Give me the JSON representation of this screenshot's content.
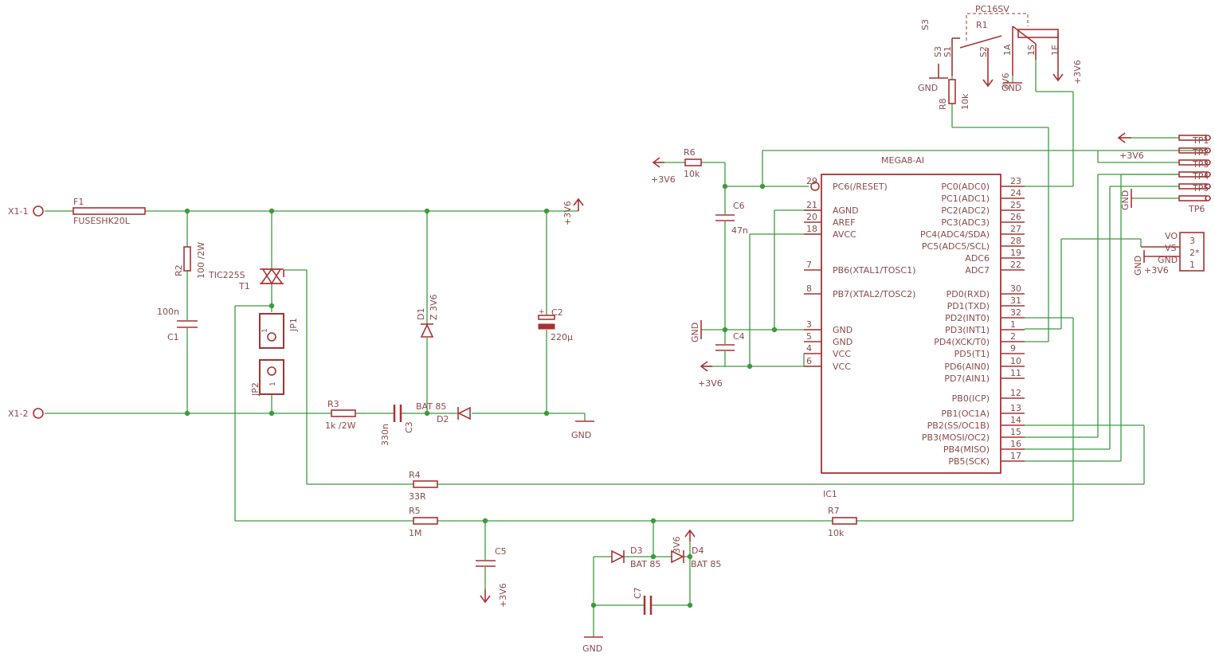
{
  "title": "",
  "connectors": {
    "x1_1": "X1-1",
    "x1_2": "X1-2"
  },
  "fuse": {
    "name": "F1",
    "value": "FUSESHK20L"
  },
  "triac": {
    "value": "TIC225S",
    "name": "T1"
  },
  "resistors": {
    "r1": "R1",
    "r2": {
      "name": "R2",
      "value": "100 /2W"
    },
    "r3": {
      "name": "R3",
      "value": "1k /2W"
    },
    "r4": {
      "name": "R4",
      "value": "33R"
    },
    "r5": {
      "name": "R5",
      "value": "1M"
    },
    "r6": {
      "name": "R6",
      "value": "10k"
    },
    "r7": {
      "name": "R7",
      "value": "10k"
    },
    "r8": {
      "name": "R8",
      "value": "10k"
    }
  },
  "capacitors": {
    "c1": {
      "name": "C1",
      "value": "100n"
    },
    "c2": {
      "name": "C2",
      "value": "220µ"
    },
    "c3": {
      "name": "C3",
      "value": "330n"
    },
    "c4": {
      "name": "C4"
    },
    "c5": {
      "name": "C5"
    },
    "c6": {
      "name": "C6",
      "value": "47n"
    },
    "c7": {
      "name": "C7"
    }
  },
  "diodes": {
    "d1": {
      "name": "D1",
      "value": "Z 3V6"
    },
    "d2": {
      "name": "D2",
      "value": "BAT 85"
    },
    "d3": {
      "name": "D3",
      "value": "BAT 85"
    },
    "d4": {
      "name": "D4",
      "value": "BAT 85"
    }
  },
  "jumpers": {
    "jp1": "JP1",
    "jp2": "JP2",
    "pin1": "1"
  },
  "supply": {
    "v36": "+3V6",
    "gnd": "GND",
    "v36_d": "3V6",
    "gnd_g": "GND"
  },
  "switch": {
    "part": "PC16SV",
    "pins": {
      "s3a": "S3",
      "s3b": "S3",
      "s1": "S1",
      "s2": "S2",
      "1a": "1A",
      "1s": "1S",
      "1e": "1E"
    }
  },
  "sensor": {
    "vo": "VO",
    "vs": "VS",
    "gnd": "GND",
    "p3": "3",
    "p2": "2",
    "p1": "1",
    "star": "*"
  },
  "testpoints": {
    "tp1": "TP1",
    "tp2": "TP2",
    "tp3": "TP3",
    "tp4": "TP4",
    "tp5": "TP5",
    "tp6": "TP6"
  },
  "mcu": {
    "part": "MEGA8-AI",
    "name": "IC1",
    "left_pins": [
      {
        "num": "29",
        "label": "PC6(/RESET)"
      },
      {
        "num": "21",
        "label": "AGND"
      },
      {
        "num": "20",
        "label": "AREF"
      },
      {
        "num": "18",
        "label": "AVCC"
      },
      {
        "num": "7",
        "label": "PB6(XTAL1/TOSC1)"
      },
      {
        "num": "8",
        "label": "PB7(XTAL2/TOSC2)"
      },
      {
        "num": "3",
        "label": "GND"
      },
      {
        "num": "5",
        "label": "GND"
      },
      {
        "num": "4",
        "label": "VCC"
      },
      {
        "num": "6",
        "label": "VCC"
      }
    ],
    "right_pins": [
      {
        "num": "23",
        "label": "PC0(ADC0)"
      },
      {
        "num": "24",
        "label": "PC1(ADC1)"
      },
      {
        "num": "25",
        "label": "PC2(ADC2)"
      },
      {
        "num": "26",
        "label": "PC3(ADC3)"
      },
      {
        "num": "27",
        "label": "PC4(ADC4/SDA)"
      },
      {
        "num": "28",
        "label": "PC5(ADC5/SCL)"
      },
      {
        "num": "19",
        "label": "ADC6"
      },
      {
        "num": "22",
        "label": "ADC7"
      },
      {
        "num": "30",
        "label": "PD0(RXD)"
      },
      {
        "num": "31",
        "label": "PD1(TXD)"
      },
      {
        "num": "32",
        "label": "PD2(INT0)"
      },
      {
        "num": "1",
        "label": "PD3(INT1)"
      },
      {
        "num": "2",
        "label": "PD4(XCK/T0)"
      },
      {
        "num": "9",
        "label": "PD5(T1)"
      },
      {
        "num": "10",
        "label": "PD6(AIN0)"
      },
      {
        "num": "11",
        "label": "PD7(AIN1)"
      },
      {
        "num": "12",
        "label": "PB0(ICP)"
      },
      {
        "num": "13",
        "label": "PB1(OC1A)"
      },
      {
        "num": "14",
        "label": "PB2(SS/OC1B)"
      },
      {
        "num": "15",
        "label": "PB3(MOSI/OC2)"
      },
      {
        "num": "16",
        "label": "PB4(MISO)"
      },
      {
        "num": "17",
        "label": "PB5(SCK)"
      }
    ]
  }
}
